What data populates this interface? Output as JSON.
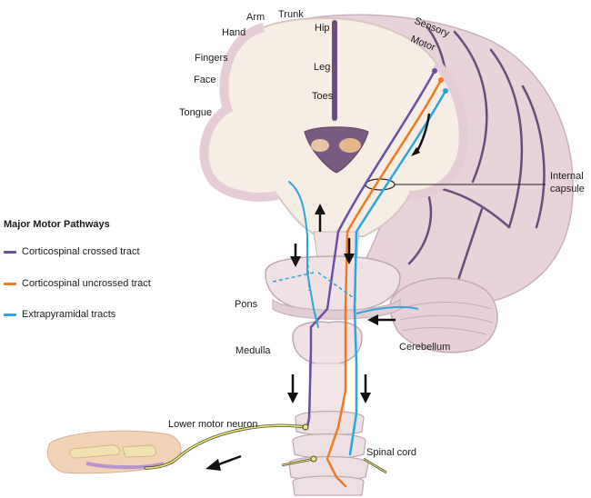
{
  "homunculus": {
    "arm": "Arm",
    "trunk": "Trunk",
    "hand": "Hand",
    "hip": "Hip",
    "fingers": "Fingers",
    "face": "Face",
    "leg": "Leg",
    "toes": "Toes",
    "tongue": "Tongue"
  },
  "cortex": {
    "sensory": "Sensory",
    "motor": "Motor"
  },
  "structures": {
    "internal_capsule_line1": "Internal",
    "internal_capsule_line2": "capsule",
    "pons": "Pons",
    "medulla": "Medulla",
    "cerebellum": "Cerebellum",
    "lower_motor_neuron": "Lower motor neuron",
    "spinal_cord": "Spinal cord"
  },
  "legend": {
    "title": "Major Motor Pathways",
    "items": [
      {
        "label": "Corticospinal crossed tract",
        "color": "#6a4fa3"
      },
      {
        "label": "Corticospinal uncrossed tract",
        "color": "#f07a22"
      },
      {
        "label": "Extrapyramidal tracts",
        "color": "#2aa6dc"
      }
    ]
  },
  "colors": {
    "brain": "#f0e2e4",
    "brain_outline": "#c8b2b8",
    "white_matter": "#f6ede4",
    "vessel": "#6b4d7c",
    "nerve": "#f2ea7a"
  }
}
